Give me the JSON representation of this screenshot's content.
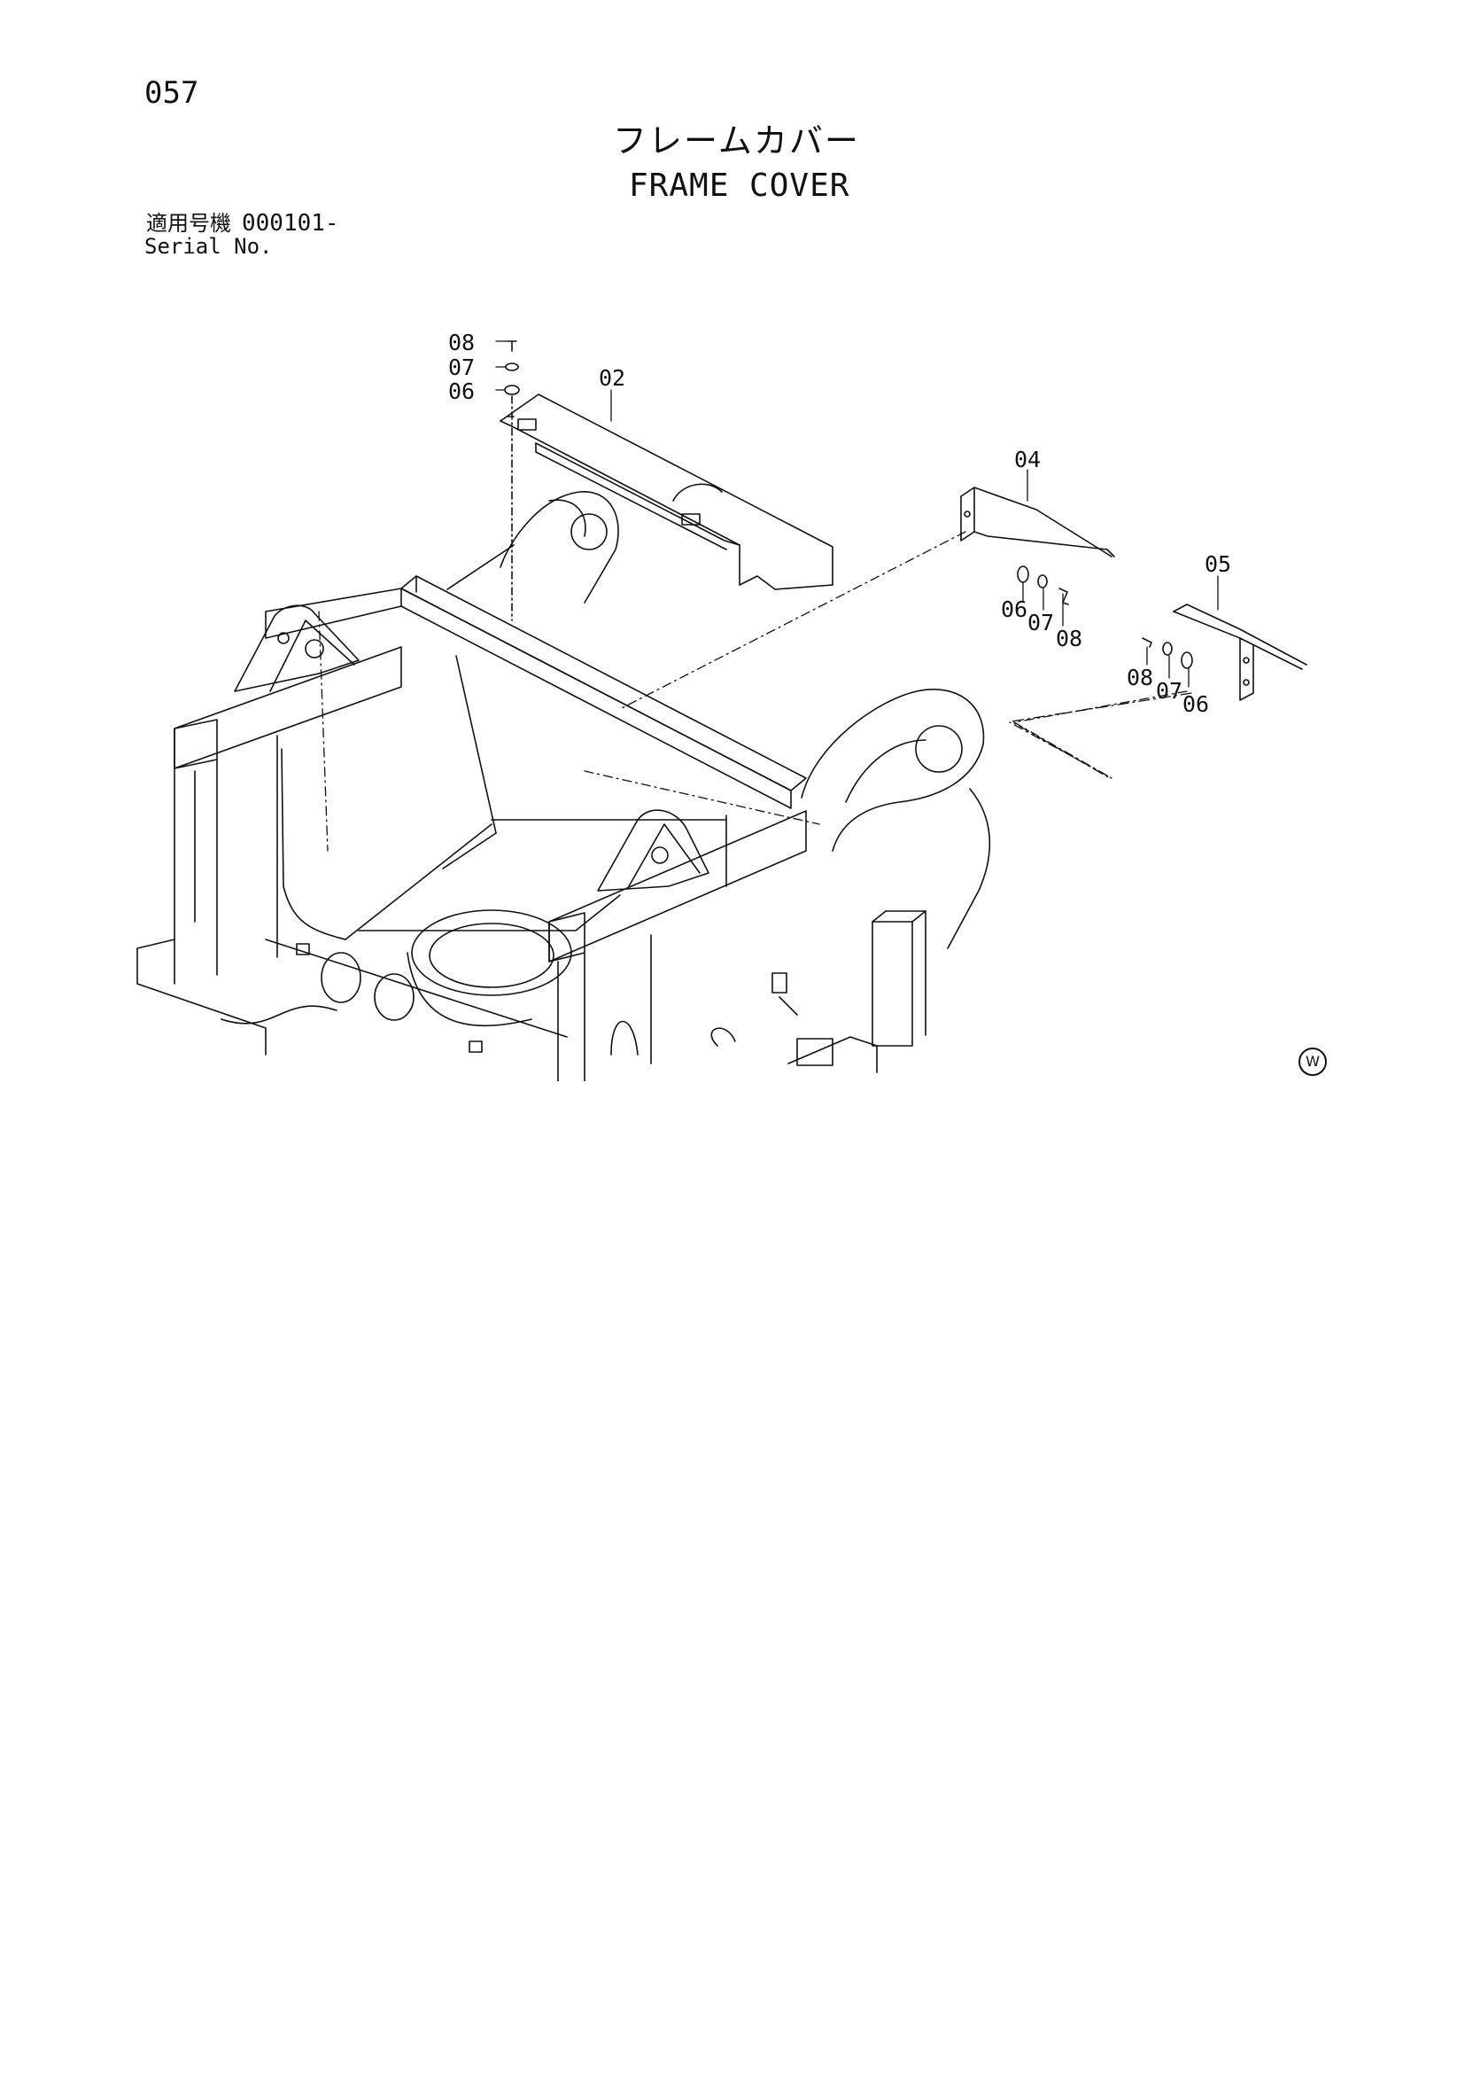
{
  "header": {
    "page_number": "057",
    "title_jp": "フレームカバー",
    "title_en": "FRAME COVER"
  },
  "serial": {
    "label_jp": "適用号機",
    "value": "000101-",
    "label_en": "Serial No."
  },
  "callouts": {
    "c08a": "08",
    "c07a": "07",
    "c06a": "06",
    "c02": "02",
    "c04": "04",
    "c06b": "06",
    "c07b": "07",
    "c08b": "08",
    "c05": "05",
    "c08c": "08",
    "c07c": "07",
    "c06c": "06"
  },
  "mark": "W"
}
